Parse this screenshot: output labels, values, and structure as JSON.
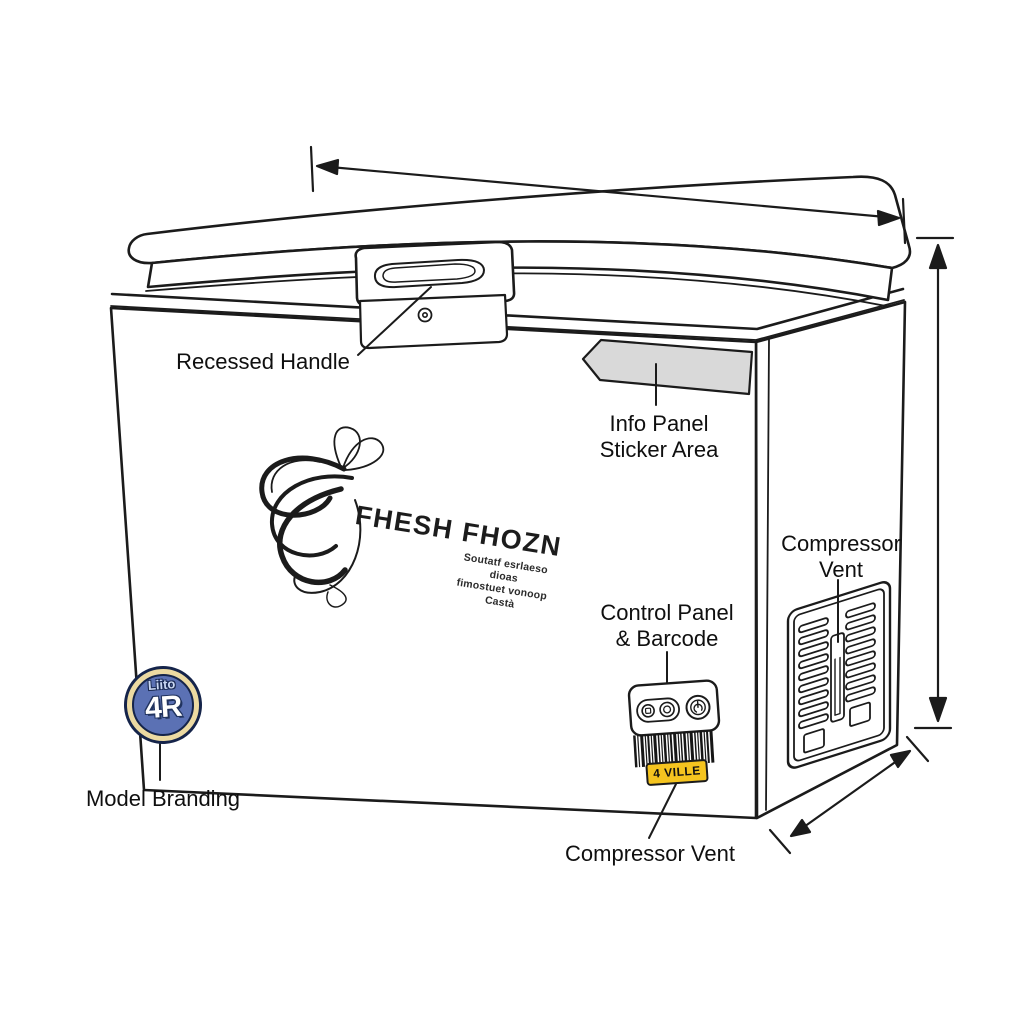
{
  "page": {
    "background": "#ffffff",
    "title": "Chest freezer labeled diagram"
  },
  "product": {
    "brand": "FHESH FHOZN",
    "tagline_line1": "Soutatf esrlaeso dioas",
    "tagline_line2": "fimostuet vonoop Castà",
    "badge": {
      "top_text": "Liito",
      "main_text": "4R"
    },
    "model_sticker": "4 VILLE"
  },
  "callouts": {
    "recessed_handle": "Recessed Handle",
    "info_panel": {
      "line1": "Info Panel",
      "line2": "Sticker Area"
    },
    "compressor_vent_side": {
      "line1": "Compressor",
      "line2": "Vent"
    },
    "control_panel": {
      "line1": "Control Panel",
      "line2": "& Barcode"
    },
    "model_branding": "Model Branding",
    "compressor_vent_bottom": "Compressor Vent"
  },
  "icons": {
    "control_panel_buttons": [
      "display-icon",
      "dial-icon",
      "power-icon"
    ],
    "other": [
      "lock-icon",
      "barcode",
      "swirl-logo",
      "dimension-arrows"
    ]
  },
  "colors": {
    "line": "#1b1b1b",
    "sticker_gray": "#d9d9d9",
    "badge_ring": "#ecdaa2",
    "badge_blue": "#5b71b4",
    "ville_yellow": "#f5c41f"
  }
}
